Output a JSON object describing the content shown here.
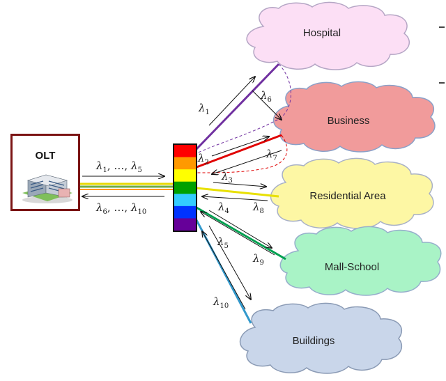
{
  "olt": {
    "label": "OLT"
  },
  "destinations": [
    {
      "name": "Hospital",
      "fill": "#fcdff5",
      "stroke": "#b5a6c5"
    },
    {
      "name": "Business",
      "fill": "#f19b9b",
      "stroke": "#8aa0c8"
    },
    {
      "name": "Residential Area",
      "fill": "#fdf7a4",
      "stroke": "#a9b1c6"
    },
    {
      "name": "Mall-School",
      "fill": "#a9f3c6",
      "stroke": "#96aecb"
    },
    {
      "name": "Buildings",
      "fill": "#c9d6ea",
      "stroke": "#8b9bb5"
    }
  ],
  "feeder_labels": {
    "down": {
      "symbol": "λ",
      "first": "1",
      "sep": ", …, ",
      "last": "5"
    },
    "up": {
      "symbol": "λ",
      "first": "6",
      "sep": ", …, ",
      "last": "10"
    }
  },
  "wavelength_labels": [
    {
      "symbol": "λ",
      "sub": "1"
    },
    {
      "symbol": "λ",
      "sub": "6"
    },
    {
      "symbol": "λ",
      "sub": "2"
    },
    {
      "symbol": "λ",
      "sub": "7"
    },
    {
      "symbol": "λ",
      "sub": "3"
    },
    {
      "symbol": "λ",
      "sub": "8"
    },
    {
      "symbol": "λ",
      "sub": "4"
    },
    {
      "symbol": "λ",
      "sub": "9"
    },
    {
      "symbol": "λ",
      "sub": "5"
    },
    {
      "symbol": "λ",
      "sub": "10"
    }
  ],
  "splitter_colors": [
    "#ff0000",
    "#ff9900",
    "#ffff00",
    "#00a000",
    "#33ccff",
    "#0033ff",
    "#660099"
  ],
  "line_colors": {
    "hospital": "#7030a0",
    "business": "#e00000",
    "residential": "#e8e000",
    "mall": "#00a050",
    "buildings": "#3399cc",
    "feeder": [
      "#e8d800",
      "#70ad47",
      "#ff9900"
    ]
  }
}
